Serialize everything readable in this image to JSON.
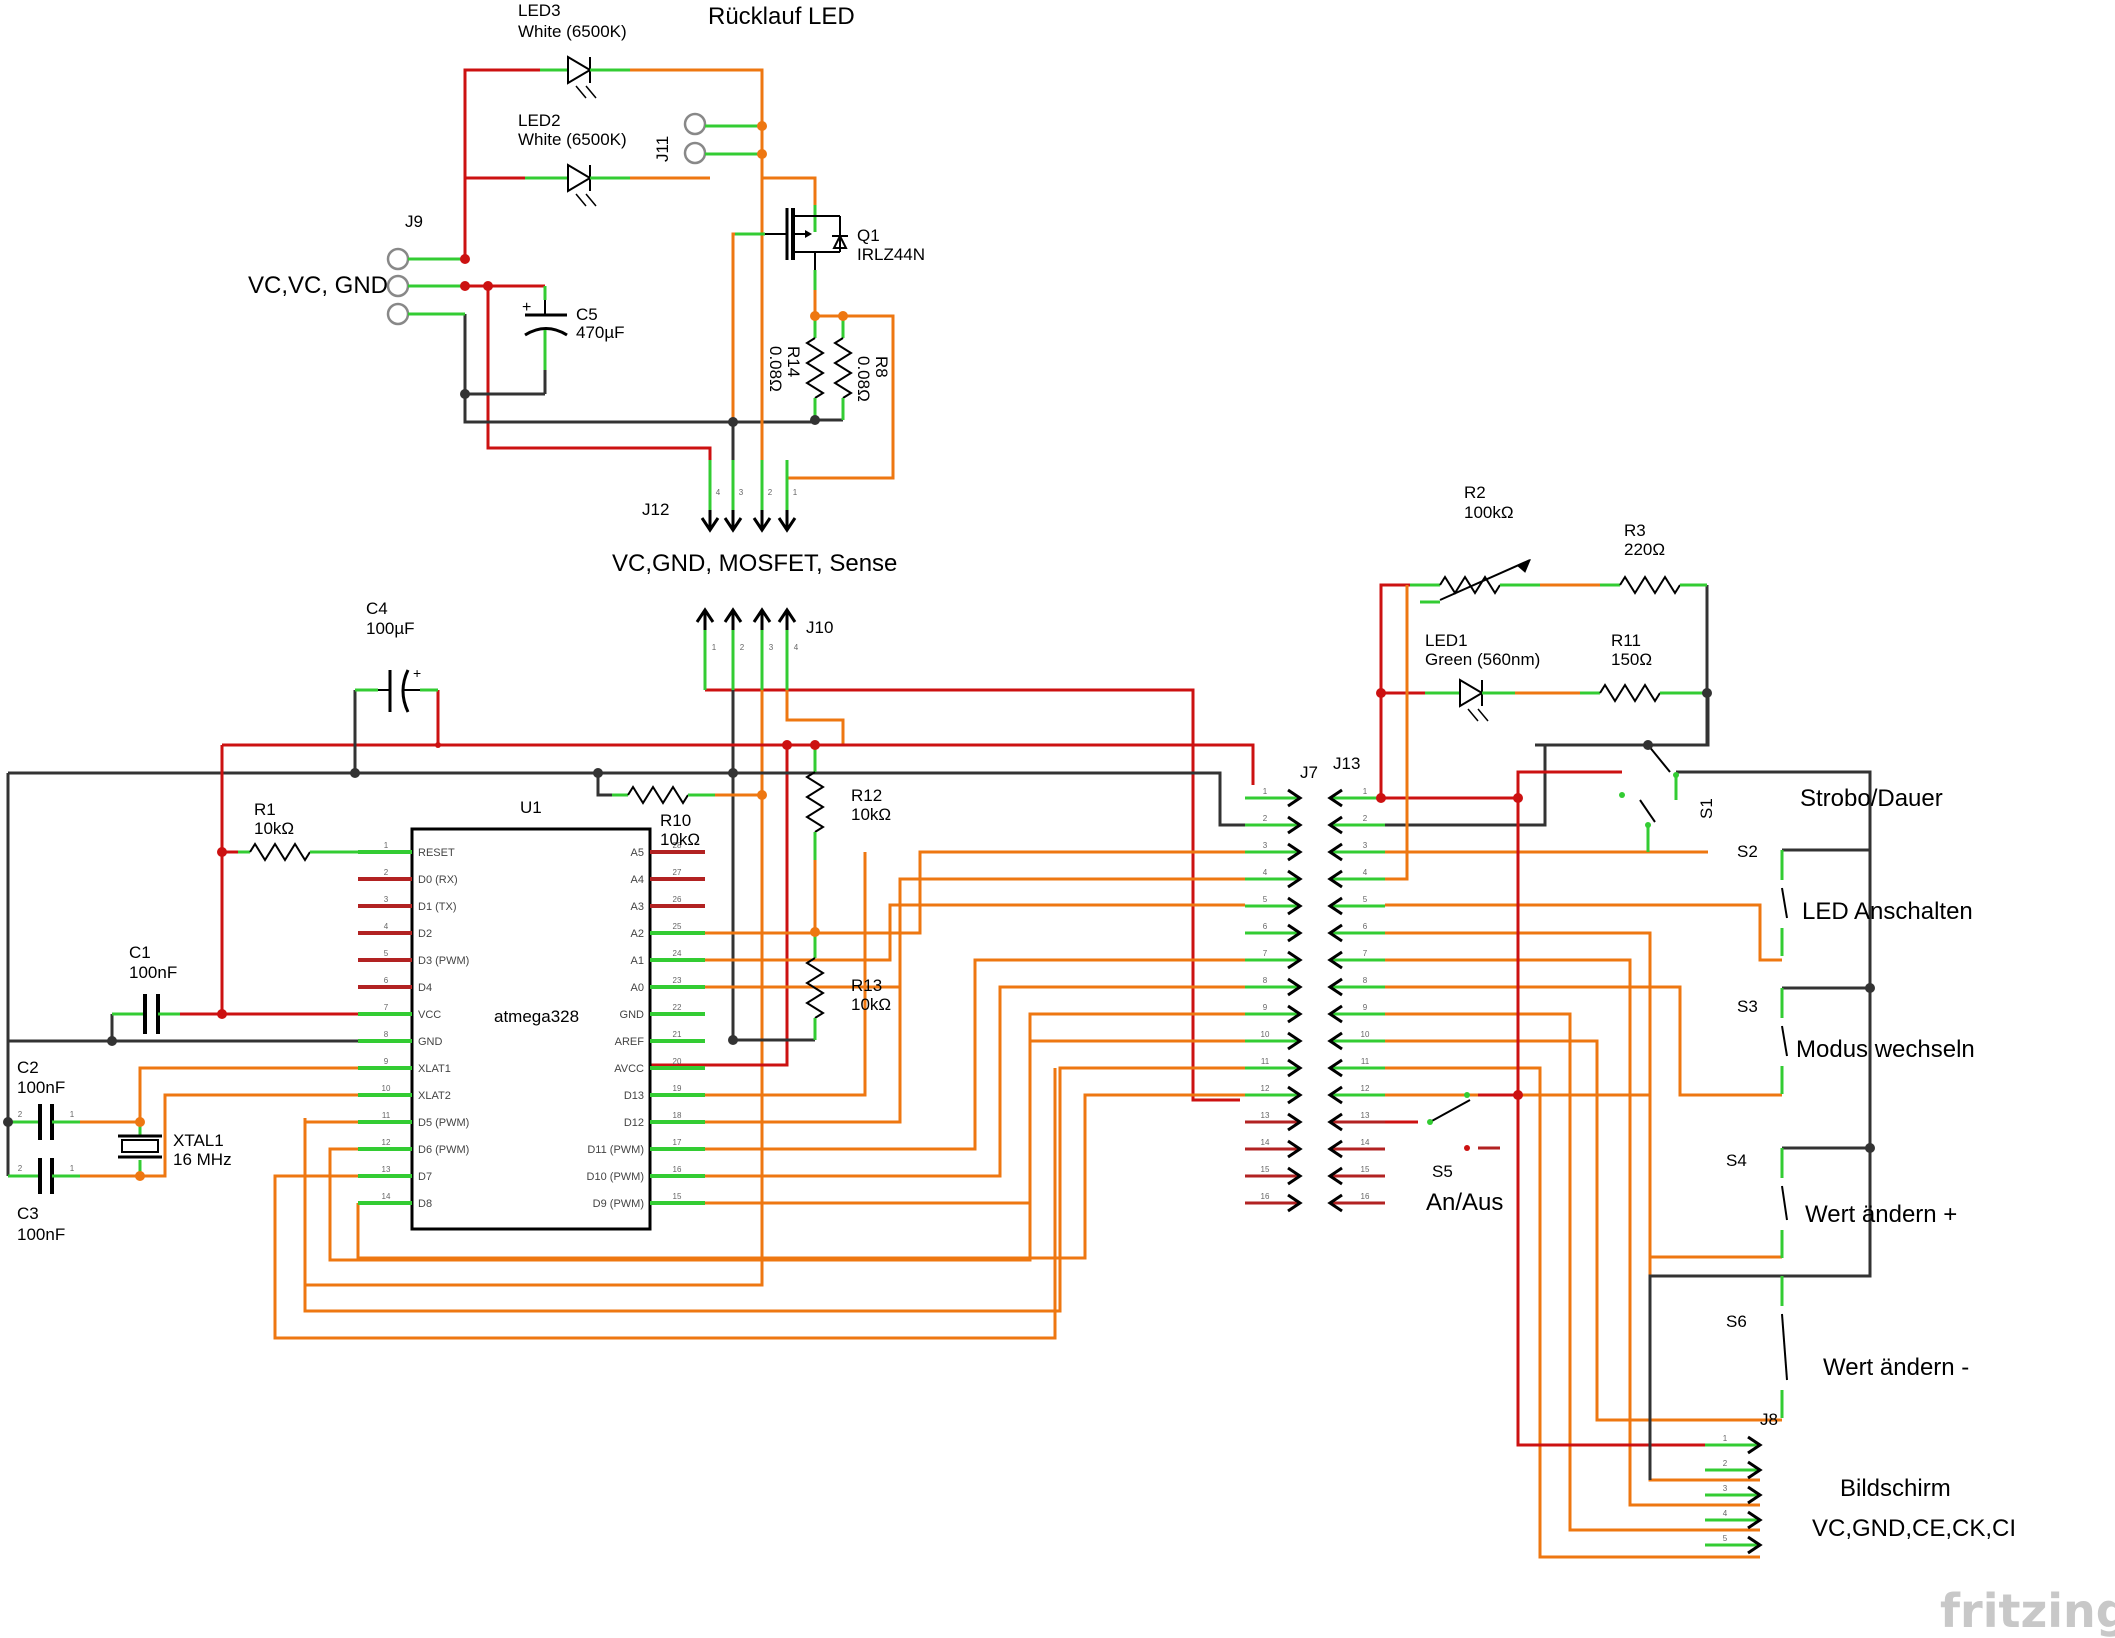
{
  "watermark": "fritzing",
  "colors": {
    "red": "#cc1111",
    "orange": "#ee7711",
    "black": "#333333",
    "green": "#33cc33",
    "darkred": "#b22222"
  },
  "titles": {
    "ruecklauf": "Rücklauf LED",
    "j9_func": "VC,VC, GND",
    "j12_func": "VC,GND, MOSFET, Sense",
    "strobo": "Strobo/Dauer",
    "led_an": "LED Anschalten",
    "modus": "Modus wechseln",
    "wert_plus": "Wert ändern +",
    "wert_minus": "Wert ändern -",
    "an_aus": "An/Aus",
    "bildschirm": "Bildschirm",
    "bild_pins": "VC,GND,CE,CK,CI"
  },
  "parts": {
    "led3": {
      "ref": "LED3",
      "val": "White (6500K)"
    },
    "led2": {
      "ref": "LED2",
      "val": "White (6500K)"
    },
    "j11": {
      "ref": "J11"
    },
    "j9": {
      "ref": "J9"
    },
    "c5": {
      "ref": "C5",
      "val": "470µF"
    },
    "q1": {
      "ref": "Q1",
      "val": "IRLZ44N"
    },
    "r14": {
      "ref": "R14",
      "val": "0.08Ω"
    },
    "r8": {
      "ref": "R8",
      "val": "0.08Ω"
    },
    "j12": {
      "ref": "J12"
    },
    "j10": {
      "ref": "J10"
    },
    "c4": {
      "ref": "C4",
      "val": "100µF"
    },
    "r1": {
      "ref": "R1",
      "val": "10kΩ"
    },
    "u1": {
      "ref": "U1",
      "val": "atmega328"
    },
    "r10": {
      "ref": "R10",
      "val": "10kΩ"
    },
    "r12": {
      "ref": "R12",
      "val": "10kΩ"
    },
    "r13": {
      "ref": "R13",
      "val": "10kΩ"
    },
    "c1": {
      "ref": "C1",
      "val": "100nF"
    },
    "c2": {
      "ref": "C2",
      "val": "100nF"
    },
    "c3": {
      "ref": "C3",
      "val": "100nF"
    },
    "xtal1": {
      "ref": "XTAL1",
      "val": "16 MHz"
    },
    "j7": {
      "ref": "J7"
    },
    "j13": {
      "ref": "J13"
    },
    "r2": {
      "ref": "R2",
      "val": "100kΩ"
    },
    "r3": {
      "ref": "R3",
      "val": "220Ω"
    },
    "led1": {
      "ref": "LED1",
      "val": "Green (560nm)"
    },
    "r11": {
      "ref": "R11",
      "val": "150Ω"
    },
    "s1": {
      "ref": "S1"
    },
    "s2": {
      "ref": "S2"
    },
    "s3": {
      "ref": "S3"
    },
    "s4": {
      "ref": "S4"
    },
    "s5": {
      "ref": "S5"
    },
    "s6": {
      "ref": "S6"
    },
    "j8": {
      "ref": "J8"
    }
  },
  "u1_left_pins": [
    {
      "num": "1",
      "name": "RESET"
    },
    {
      "num": "2",
      "name": "D0 (RX)"
    },
    {
      "num": "3",
      "name": "D1 (TX)"
    },
    {
      "num": "4",
      "name": "D2"
    },
    {
      "num": "5",
      "name": "D3 (PWM)"
    },
    {
      "num": "6",
      "name": "D4"
    },
    {
      "num": "7",
      "name": "VCC"
    },
    {
      "num": "8",
      "name": "GND"
    },
    {
      "num": "9",
      "name": "XLAT1"
    },
    {
      "num": "10",
      "name": "XLAT2"
    },
    {
      "num": "11",
      "name": "D5 (PWM)"
    },
    {
      "num": "12",
      "name": "D6 (PWM)"
    },
    {
      "num": "13",
      "name": "D7"
    },
    {
      "num": "14",
      "name": "D8"
    }
  ],
  "u1_right_pins": [
    {
      "num": "28",
      "name": "A5"
    },
    {
      "num": "27",
      "name": "A4"
    },
    {
      "num": "26",
      "name": "A3"
    },
    {
      "num": "25",
      "name": "A2"
    },
    {
      "num": "24",
      "name": "A1"
    },
    {
      "num": "23",
      "name": "A0"
    },
    {
      "num": "22",
      "name": "GND"
    },
    {
      "num": "21",
      "name": "AREF"
    },
    {
      "num": "20",
      "name": "AVCC"
    },
    {
      "num": "19",
      "name": "D13"
    },
    {
      "num": "18",
      "name": "D12"
    },
    {
      "num": "17",
      "name": "D11 (PWM)"
    },
    {
      "num": "16",
      "name": "D10 (PWM)"
    },
    {
      "num": "15",
      "name": "D9 (PWM)"
    }
  ],
  "j7_pins": [
    "1",
    "2",
    "3",
    "4",
    "5",
    "6",
    "7",
    "8",
    "9",
    "10",
    "11",
    "12",
    "13",
    "14",
    "15",
    "16"
  ],
  "j8_pins": [
    "1",
    "2",
    "3",
    "4",
    "5"
  ],
  "j12_pins": [
    "4",
    "3",
    "2",
    "1"
  ],
  "j10_pins": [
    "1",
    "2",
    "3",
    "4"
  ]
}
